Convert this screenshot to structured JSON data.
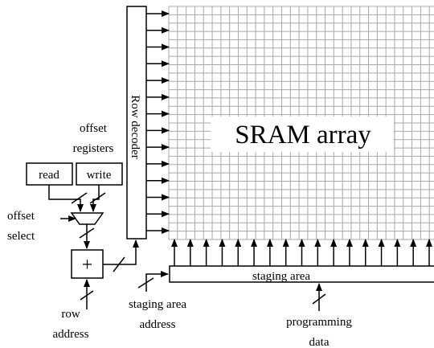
{
  "sram": {
    "label": "SRAM array",
    "grid_columns": 31,
    "grid_rows": 28
  },
  "decoder": {
    "label": "Row decoder",
    "output_arrows": 14
  },
  "staging": {
    "label": "staging area",
    "input_arrows": 17
  },
  "offset_registers": {
    "label_line1": "offset",
    "label_line2": "registers",
    "read": "read",
    "write": "write"
  },
  "offset_select": {
    "label_line1": "offset",
    "label_line2": "select"
  },
  "adder": {
    "symbol": "+"
  },
  "row_address": {
    "label_line1": "row",
    "label_line2": "address"
  },
  "staging_area_address": {
    "label_line1": "staging area",
    "label_line2": "address"
  },
  "programming_data": {
    "label_line1": "programming",
    "label_line2": "data"
  },
  "colors": {
    "grid": "#a8a8a8",
    "ink": "#000000"
  }
}
